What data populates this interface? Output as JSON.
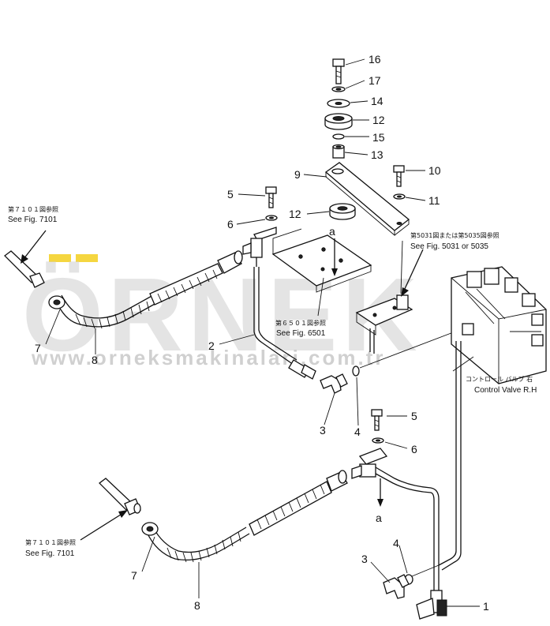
{
  "watermark": {
    "brand": "ÖRNEK",
    "url": "www.orneksmakinalari.com.tr",
    "accent_color": "#f2c800",
    "gray_color": "#c8c8c8"
  },
  "parts": [
    {
      "id": "p16",
      "label": "16"
    },
    {
      "id": "p17",
      "label": "17"
    },
    {
      "id": "p14",
      "label": "14"
    },
    {
      "id": "p12a",
      "label": "12"
    },
    {
      "id": "p15",
      "label": "15"
    },
    {
      "id": "p13",
      "label": "13"
    },
    {
      "id": "p9",
      "label": "9"
    },
    {
      "id": "p10",
      "label": "10"
    },
    {
      "id": "p11",
      "label": "11"
    },
    {
      "id": "p12b",
      "label": "12"
    },
    {
      "id": "p5a",
      "label": "5"
    },
    {
      "id": "p6a",
      "label": "6"
    },
    {
      "id": "p7a",
      "label": "7"
    },
    {
      "id": "p8a",
      "label": "8"
    },
    {
      "id": "p2",
      "label": "2"
    },
    {
      "id": "p3a",
      "label": "3"
    },
    {
      "id": "p4a",
      "label": "4"
    },
    {
      "id": "p5b",
      "label": "5"
    },
    {
      "id": "p6b",
      "label": "6"
    },
    {
      "id": "p7b",
      "label": "7"
    },
    {
      "id": "p8b",
      "label": "8"
    },
    {
      "id": "p3b",
      "label": "3"
    },
    {
      "id": "p4b",
      "label": "4"
    },
    {
      "id": "p1",
      "label": "1"
    },
    {
      "id": "pa1",
      "label": "a"
    },
    {
      "id": "pa2",
      "label": "a"
    }
  ],
  "references": {
    "fig7101_top": {
      "jp": "第７１０１図参照",
      "en": "See Fig. 7101"
    },
    "fig7101_bottom": {
      "jp": "第７１０１図参照",
      "en": "See Fig. 7101"
    },
    "fig6501": {
      "jp": "第６５０１図参照",
      "en": "See Fig. 6501"
    },
    "fig5031": {
      "jp": "第5031図または第5035図参照",
      "en": "See Fig. 5031 or 5035"
    },
    "control_valve": {
      "jp": "コントロール バルブ 右",
      "en": "Control Valve R.H"
    }
  }
}
